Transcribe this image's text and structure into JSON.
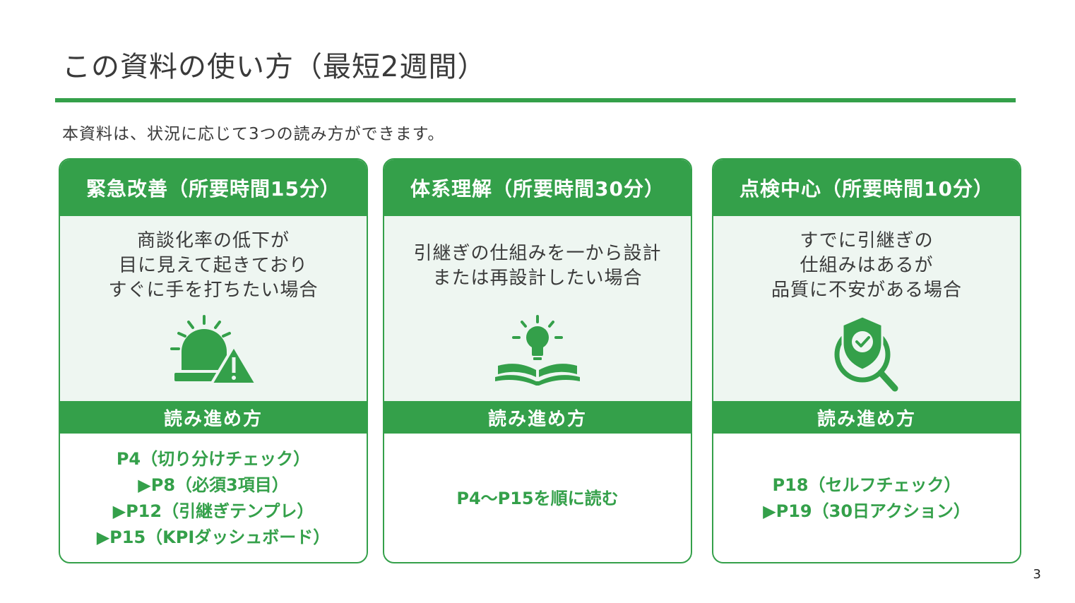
{
  "title": "この資料の使い方（最短2週間）",
  "intro": "本資料は、状況に応じて3つの読み方ができます。",
  "colors": {
    "accent": "#34a04a",
    "panel": "#eef6f1"
  },
  "cards": [
    {
      "heading": "緊急改善（所要時間15分）",
      "description": [
        "商談化率の低下が",
        "目に見えて起きており",
        "すぐに手を打ちたい場合"
      ],
      "icon": "alarm-warning-icon",
      "read_heading": "読み進め方",
      "read_steps": [
        "P4（切り分けチェック）",
        "▶P8（必須3項目）",
        "▶P12（引継ぎテンプレ）",
        "▶P15（KPIダッシュボード）"
      ]
    },
    {
      "heading": "体系理解（所要時間30分）",
      "description": [
        "引継ぎの仕組みを一から設計",
        "または再設計したい場合"
      ],
      "icon": "book-lightbulb-icon",
      "read_heading": "読み進め方",
      "read_steps": [
        "P4〜P15を順に読む"
      ]
    },
    {
      "heading": "点検中心（所要時間10分）",
      "description": [
        "すでに引継ぎの",
        "仕組みはあるが",
        "品質に不安がある場合"
      ],
      "icon": "shield-search-icon",
      "read_heading": "読み進め方",
      "read_steps": [
        "P18（セルフチェック）",
        "▶P19（30日アクション）"
      ]
    }
  ],
  "page_number": "3"
}
